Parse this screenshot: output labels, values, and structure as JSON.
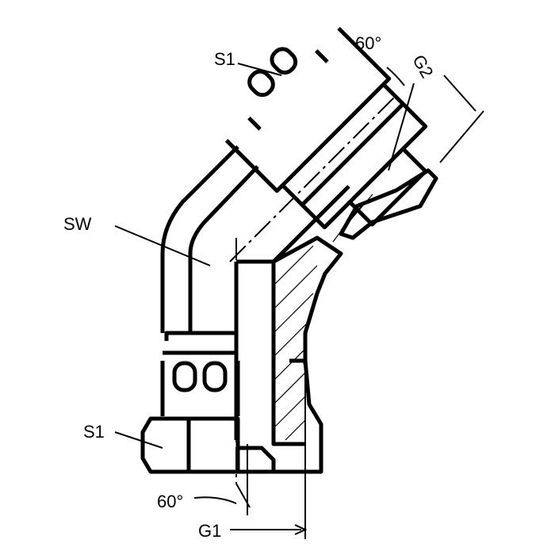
{
  "labels": {
    "s1_top": "S1",
    "angle_top": "60°",
    "g2": "G2",
    "sw": "SW",
    "s1_bottom": "S1",
    "angle_bottom": "60°",
    "g1": "G1"
  },
  "colors": {
    "line": "#000000",
    "background": "#ffffff"
  }
}
